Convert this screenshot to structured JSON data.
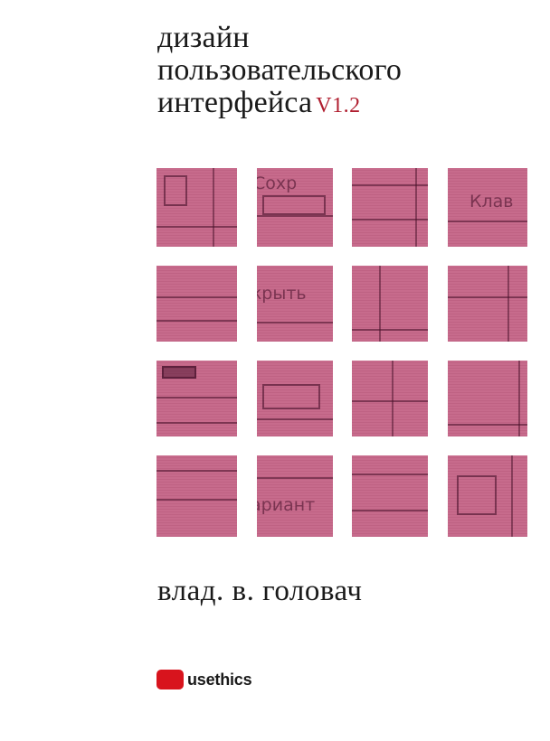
{
  "title": {
    "line1": "дизайн",
    "line2": "пользовательского",
    "line3": "интерфейса",
    "version": "V1.2"
  },
  "author": "влад. в. головач",
  "publisher": {
    "name": "usethics",
    "logo": "red-rounded-rectangle",
    "logo_color": "#d8141d"
  },
  "colors": {
    "accent": "#b01e2f",
    "tile": "#c76b8c"
  },
  "cover_grid": {
    "rows": 4,
    "columns": 4,
    "tile_fragments": [
      [
        "",
        "Сохр",
        "",
        "Клав"
      ],
      [
        "",
        "Закрыть",
        "",
        ""
      ],
      [
        "",
        "",
        "",
        ""
      ],
      [
        "",
        "Вариант",
        "",
        ""
      ]
    ]
  }
}
